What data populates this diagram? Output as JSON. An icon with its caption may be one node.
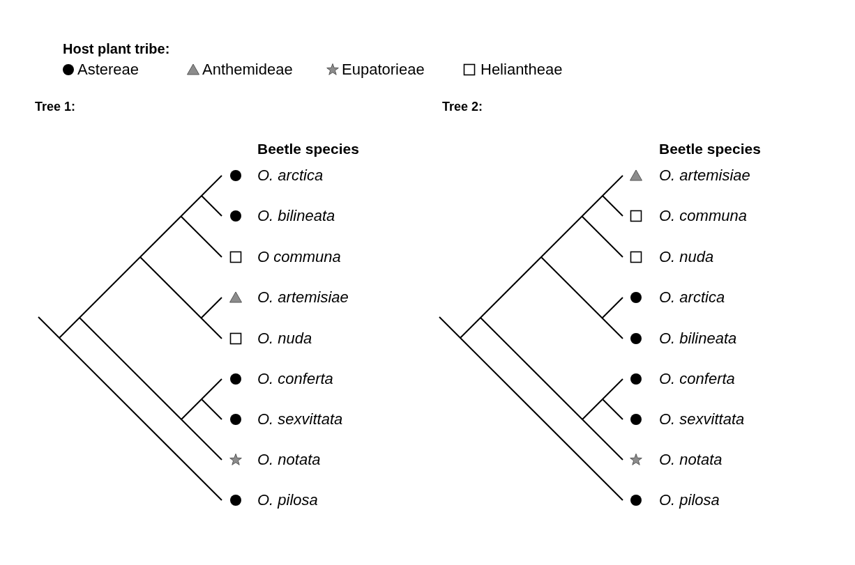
{
  "diagram": {
    "labels": [
      "Host plant tribe:",
      "Tree 1:",
      "Tree 2:",
      "Beetle species",
      "O. arctica",
      "O. bilineata",
      "O communa",
      "O. artemisiae",
      "O. nuda",
      "O. conferta",
      "O. sexvittata",
      "O. notata",
      "O. pilosa",
      "Beetle species",
      "O. artemisiae",
      "O. communa",
      "O. nuda",
      "O. arctica",
      "O. bilineata",
      "O. conferta",
      "O. sexvittata",
      "O. notata",
      "O. pilosa"
    ],
    "legend": [
      {
        "text": "Astereae"
      },
      {
        "text": "Anthemideae"
      },
      {
        "text": "Eupatorieae"
      },
      {
        "text": "Heliantheae"
      }
    ]
  }
}
